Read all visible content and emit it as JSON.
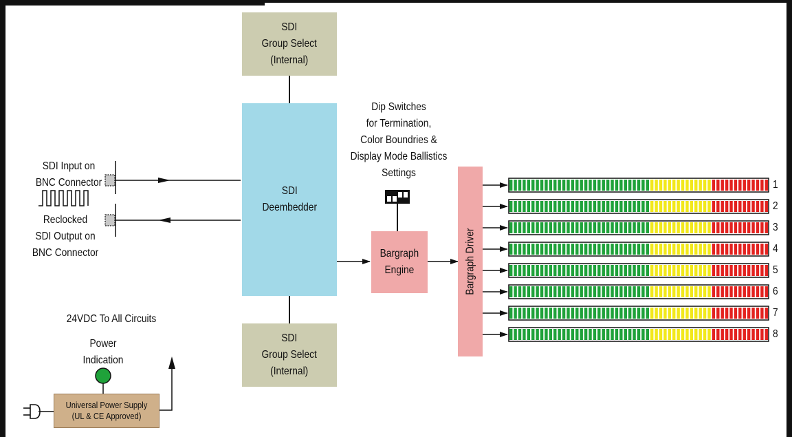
{
  "group_select_top": "SDI\nGroup Select\n(Internal)",
  "group_select_bottom": "SDI\nGroup Select\n(Internal)",
  "deembedder": "SDI\nDeembedder",
  "dip_switches": "Dip Switches\nfor Termination,\nColor Boundries &\nDisplay Mode Ballistics\nSettings",
  "bargraph_engine": "Bargraph\nEngine",
  "bargraph_driver": "Bargraph Driver",
  "sdi_input": "SDI Input on\nBNC Connector",
  "reclocked_output": "Reclocked\nSDI Output on\nBNC Connector",
  "power_all": "24VDC To All Circuits",
  "power_indication": "Power\nIndication",
  "power_supply": "Universal Power Supply\n(UL & CE Approved)",
  "channels": [
    "1",
    "2",
    "3",
    "4",
    "5",
    "6",
    "7",
    "8"
  ],
  "meter_segments": {
    "green": 32,
    "yellow": 14,
    "red": 13
  },
  "colors": {
    "green": "#1fa23a",
    "yellow": "#f2e81b",
    "red": "#e3221f",
    "led": "#1fa23a"
  }
}
